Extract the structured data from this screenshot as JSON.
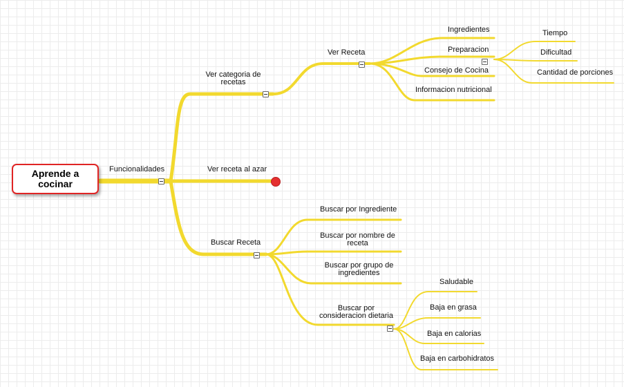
{
  "mindmap": {
    "root": {
      "label": "Aprende a cocinar"
    },
    "branch": {
      "label": "Funcionalidades"
    },
    "categories": {
      "label": "Ver categoria de recetas",
      "ver_receta": {
        "label": "Ver Receta",
        "items": [
          "Ingredientes",
          "Preparacion",
          "Consejo de Cocina",
          "Informacion nutricional"
        ],
        "preparacion_items": [
          "Tiempo",
          "Dificultad",
          "Cantidad de porciones"
        ]
      }
    },
    "random": {
      "label": "Ver receta al azar"
    },
    "buscar": {
      "label": "Buscar Receta",
      "items": [
        "Buscar por Ingrediente",
        "Buscar por nombre de receta",
        "Buscar por grupo de ingredientes",
        "Buscar por consideracion dietaria"
      ],
      "dietaria_items": [
        "Saludable",
        "Baja en grasa",
        "Baja en calorias",
        "Baja en carbohidratos"
      ]
    }
  },
  "colors": {
    "branch": "#f2d92e",
    "root_border": "#e02424",
    "dot": "#e53030"
  }
}
